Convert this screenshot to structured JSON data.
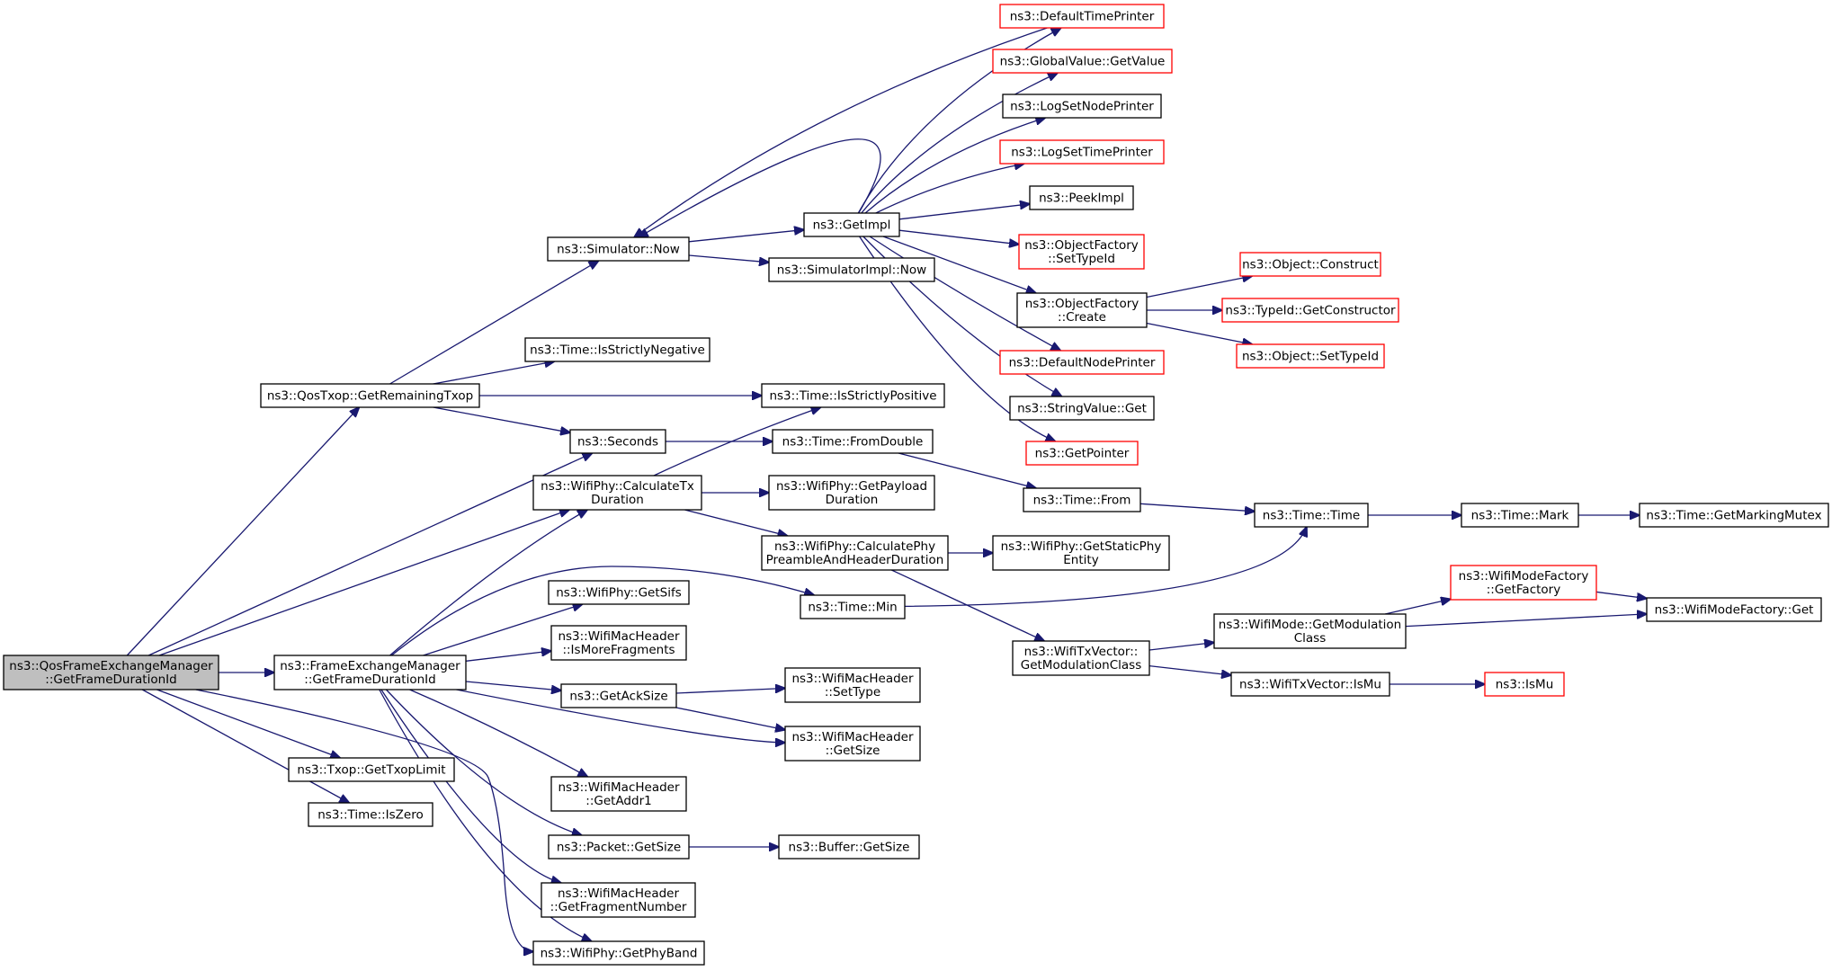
{
  "colors": {
    "edge": "#191970",
    "box": "#000000",
    "truncated_box": "#ff0000",
    "root_fill": "#bfbfbf"
  },
  "nodes": [
    {
      "id": "root",
      "lines": [
        "ns3::QosFrameExchangeManager",
        "::GetFrameDurationId"
      ],
      "style": "root"
    },
    {
      "id": "fem_getFrameDurationId",
      "lines": [
        "ns3::FrameExchangeManager",
        "::GetFrameDurationId"
      ]
    },
    {
      "id": "qostxop_getRemainingTxop",
      "lines": [
        "ns3::QosTxop::GetRemainingTxop"
      ]
    },
    {
      "id": "txop_getTxopLimit",
      "lines": [
        "ns3::Txop::GetTxopLimit"
      ]
    },
    {
      "id": "time_isZero",
      "lines": [
        "ns3::Time::IsZero"
      ]
    },
    {
      "id": "simulator_now",
      "lines": [
        "ns3::Simulator::Now"
      ]
    },
    {
      "id": "time_isStrictlyNegative",
      "lines": [
        "ns3::Time::IsStrictlyNegative"
      ]
    },
    {
      "id": "seconds",
      "lines": [
        "ns3::Seconds"
      ]
    },
    {
      "id": "wifiphy_calcTxDuration",
      "lines": [
        "ns3::WifiPhy::CalculateTx",
        "Duration"
      ]
    },
    {
      "id": "wifiphy_getSifs",
      "lines": [
        "ns3::WifiPhy::GetSifs"
      ]
    },
    {
      "id": "wifimacheader_isMoreFragments",
      "lines": [
        "ns3::WifiMacHeader",
        "::IsMoreFragments"
      ]
    },
    {
      "id": "getAckSize",
      "lines": [
        "ns3::GetAckSize"
      ]
    },
    {
      "id": "wifimacheader_getAddr1",
      "lines": [
        "ns3::WifiMacHeader",
        "::GetAddr1"
      ]
    },
    {
      "id": "packet_getSize",
      "lines": [
        "ns3::Packet::GetSize"
      ]
    },
    {
      "id": "wifimacheader_getFragmentNumber",
      "lines": [
        "ns3::WifiMacHeader",
        "::GetFragmentNumber"
      ]
    },
    {
      "id": "wifiphy_getPhyBand",
      "lines": [
        "ns3::WifiPhy::GetPhyBand"
      ]
    },
    {
      "id": "getImpl",
      "lines": [
        "ns3::GetImpl"
      ]
    },
    {
      "id": "simulatorImpl_now",
      "lines": [
        "ns3::SimulatorImpl::Now"
      ]
    },
    {
      "id": "time_isStrictlyPositive",
      "lines": [
        "ns3::Time::IsStrictlyPositive"
      ]
    },
    {
      "id": "time_fromDouble",
      "lines": [
        "ns3::Time::FromDouble"
      ]
    },
    {
      "id": "wifiphy_getPayloadDuration",
      "lines": [
        "ns3::WifiPhy::GetPayload",
        "Duration"
      ]
    },
    {
      "id": "wifiphy_calcPhyPreamble",
      "lines": [
        "ns3::WifiPhy::CalculatePhy",
        "PreambleAndHeaderDuration"
      ]
    },
    {
      "id": "time_min",
      "lines": [
        "ns3::Time::Min"
      ]
    },
    {
      "id": "wifimacheader_setType",
      "lines": [
        "ns3::WifiMacHeader",
        "::SetType"
      ]
    },
    {
      "id": "wifimacheader_getSize",
      "lines": [
        "ns3::WifiMacHeader",
        "::GetSize"
      ]
    },
    {
      "id": "buffer_getSize",
      "lines": [
        "ns3::Buffer::GetSize"
      ]
    },
    {
      "id": "defaultTimePrinter",
      "lines": [
        "ns3::DefaultTimePrinter"
      ],
      "style": "red"
    },
    {
      "id": "globalValue_getValue",
      "lines": [
        "ns3::GlobalValue::GetValue"
      ],
      "style": "red"
    },
    {
      "id": "logSetNodePrinter",
      "lines": [
        "ns3::LogSetNodePrinter"
      ]
    },
    {
      "id": "logSetTimePrinter",
      "lines": [
        "ns3::LogSetTimePrinter"
      ],
      "style": "red"
    },
    {
      "id": "peekImpl",
      "lines": [
        "ns3::PeekImpl"
      ]
    },
    {
      "id": "objectFactory_setTypeId",
      "lines": [
        "ns3::ObjectFactory",
        "::SetTypeId"
      ],
      "style": "red"
    },
    {
      "id": "objectFactory_create",
      "lines": [
        "ns3::ObjectFactory",
        "::Create"
      ]
    },
    {
      "id": "defaultNodePrinter",
      "lines": [
        "ns3::DefaultNodePrinter"
      ],
      "style": "red"
    },
    {
      "id": "stringValue_get",
      "lines": [
        "ns3::StringValue::Get"
      ]
    },
    {
      "id": "getPointer",
      "lines": [
        "ns3::GetPointer"
      ],
      "style": "red"
    },
    {
      "id": "time_from",
      "lines": [
        "ns3::Time::From"
      ]
    },
    {
      "id": "wifiphy_getStaticPhyEntity",
      "lines": [
        "ns3::WifiPhy::GetStaticPhy",
        "Entity"
      ]
    },
    {
      "id": "wifiTxVector_getModulationClass",
      "lines": [
        "ns3::WifiTxVector::",
        "GetModulationClass"
      ]
    },
    {
      "id": "object_construct",
      "lines": [
        "ns3::Object::Construct"
      ],
      "style": "red"
    },
    {
      "id": "typeId_getConstructor",
      "lines": [
        "ns3::TypeId::GetConstructor"
      ],
      "style": "red"
    },
    {
      "id": "object_setTypeId",
      "lines": [
        "ns3::Object::SetTypeId"
      ],
      "style": "red"
    },
    {
      "id": "time_time",
      "lines": [
        "ns3::Time::Time"
      ]
    },
    {
      "id": "wifiMode_getModulationClass",
      "lines": [
        "ns3::WifiMode::GetModulation",
        "Class"
      ]
    },
    {
      "id": "wifiTxVector_isMu",
      "lines": [
        "ns3::WifiTxVector::IsMu"
      ]
    },
    {
      "id": "time_mark",
      "lines": [
        "ns3::Time::Mark"
      ]
    },
    {
      "id": "wifiModeFactory_getFactory",
      "lines": [
        "ns3::WifiModeFactory",
        "::GetFactory"
      ],
      "style": "red"
    },
    {
      "id": "isMu",
      "lines": [
        "ns3::IsMu"
      ],
      "style": "red"
    },
    {
      "id": "time_getMarkingMutex",
      "lines": [
        "ns3::Time::GetMarkingMutex"
      ]
    },
    {
      "id": "wifiModeFactory_get",
      "lines": [
        "ns3::WifiModeFactory::Get"
      ]
    }
  ],
  "edges": [
    {
      "from": "root",
      "to": "fem_getFrameDurationId"
    },
    {
      "from": "root",
      "to": "qostxop_getRemainingTxop"
    },
    {
      "from": "root",
      "to": "seconds"
    },
    {
      "from": "root",
      "to": "wifiphy_calcTxDuration"
    },
    {
      "from": "root",
      "to": "wifiphy_getPhyBand"
    },
    {
      "from": "root",
      "to": "txop_getTxopLimit"
    },
    {
      "from": "root",
      "to": "time_isZero"
    },
    {
      "from": "qostxop_getRemainingTxop",
      "to": "simulator_now"
    },
    {
      "from": "qostxop_getRemainingTxop",
      "to": "time_isStrictlyNegative"
    },
    {
      "from": "qostxop_getRemainingTxop",
      "to": "time_isStrictlyPositive"
    },
    {
      "from": "qostxop_getRemainingTxop",
      "to": "seconds"
    },
    {
      "from": "simulator_now",
      "to": "getImpl"
    },
    {
      "from": "simulator_now",
      "to": "simulatorImpl_now"
    },
    {
      "from": "seconds",
      "to": "time_fromDouble"
    },
    {
      "from": "wifiphy_calcTxDuration",
      "to": "time_isStrictlyPositive"
    },
    {
      "from": "wifiphy_calcTxDuration",
      "to": "wifiphy_getPayloadDuration"
    },
    {
      "from": "wifiphy_calcTxDuration",
      "to": "wifiphy_calcPhyPreamble"
    },
    {
      "from": "fem_getFrameDurationId",
      "to": "wifiphy_calcTxDuration"
    },
    {
      "from": "fem_getFrameDurationId",
      "to": "time_min"
    },
    {
      "from": "fem_getFrameDurationId",
      "to": "wifiphy_getSifs"
    },
    {
      "from": "fem_getFrameDurationId",
      "to": "wifimacheader_isMoreFragments"
    },
    {
      "from": "fem_getFrameDurationId",
      "to": "getAckSize"
    },
    {
      "from": "fem_getFrameDurationId",
      "to": "wifimacheader_getSize"
    },
    {
      "from": "fem_getFrameDurationId",
      "to": "wifimacheader_getAddr1"
    },
    {
      "from": "fem_getFrameDurationId",
      "to": "packet_getSize"
    },
    {
      "from": "fem_getFrameDurationId",
      "to": "wifimacheader_getFragmentNumber"
    },
    {
      "from": "fem_getFrameDurationId",
      "to": "wifiphy_getPhyBand"
    },
    {
      "from": "getAckSize",
      "to": "wifimacheader_setType"
    },
    {
      "from": "getAckSize",
      "to": "wifimacheader_getSize"
    },
    {
      "from": "packet_getSize",
      "to": "buffer_getSize"
    },
    {
      "from": "getImpl",
      "to": "simulator_now"
    },
    {
      "from": "getImpl",
      "to": "defaultTimePrinter"
    },
    {
      "from": "getImpl",
      "to": "globalValue_getValue"
    },
    {
      "from": "getImpl",
      "to": "logSetNodePrinter"
    },
    {
      "from": "getImpl",
      "to": "logSetTimePrinter"
    },
    {
      "from": "getImpl",
      "to": "peekImpl"
    },
    {
      "from": "getImpl",
      "to": "objectFactory_setTypeId"
    },
    {
      "from": "getImpl",
      "to": "objectFactory_create"
    },
    {
      "from": "getImpl",
      "to": "defaultNodePrinter"
    },
    {
      "from": "getImpl",
      "to": "stringValue_get"
    },
    {
      "from": "getImpl",
      "to": "getPointer"
    },
    {
      "from": "defaultTimePrinter",
      "to": "simulator_now"
    },
    {
      "from": "objectFactory_create",
      "to": "object_construct"
    },
    {
      "from": "objectFactory_create",
      "to": "typeId_getConstructor"
    },
    {
      "from": "objectFactory_create",
      "to": "object_setTypeId"
    },
    {
      "from": "time_fromDouble",
      "to": "time_from"
    },
    {
      "from": "time_from",
      "to": "time_time"
    },
    {
      "from": "time_min",
      "to": "time_time"
    },
    {
      "from": "time_time",
      "to": "time_mark"
    },
    {
      "from": "time_mark",
      "to": "time_getMarkingMutex"
    },
    {
      "from": "wifiphy_calcPhyPreamble",
      "to": "wifiphy_getStaticPhyEntity"
    },
    {
      "from": "wifiphy_calcPhyPreamble",
      "to": "wifiTxVector_getModulationClass"
    },
    {
      "from": "wifiTxVector_getModulationClass",
      "to": "wifiMode_getModulationClass"
    },
    {
      "from": "wifiTxVector_getModulationClass",
      "to": "wifiTxVector_isMu"
    },
    {
      "from": "wifiMode_getModulationClass",
      "to": "wifiModeFactory_getFactory"
    },
    {
      "from": "wifiMode_getModulationClass",
      "to": "wifiModeFactory_get"
    },
    {
      "from": "wifiModeFactory_getFactory",
      "to": "wifiModeFactory_get"
    },
    {
      "from": "wifiTxVector_isMu",
      "to": "isMu"
    }
  ]
}
